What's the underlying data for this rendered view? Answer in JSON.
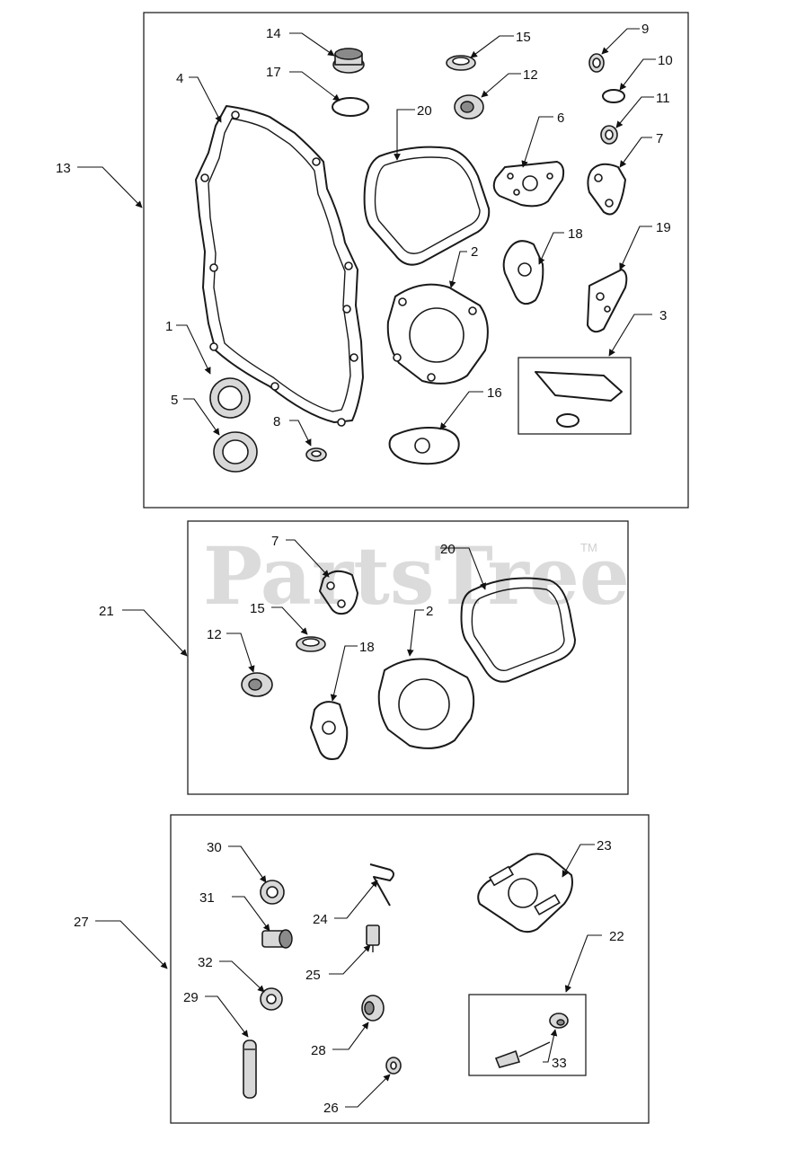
{
  "watermark": {
    "brand": "PartsTree",
    "trademark": "TM"
  },
  "panels": {
    "gasket_set": {
      "callout": "13",
      "parts": [
        "14",
        "15",
        "17",
        "12",
        "9",
        "10",
        "11",
        "4",
        "20",
        "6",
        "7",
        "18",
        "19",
        "2",
        "3",
        "1",
        "5",
        "8",
        "16"
      ]
    },
    "valve_gasket_set": {
      "callout": "21",
      "parts": [
        "7",
        "20",
        "15",
        "2",
        "12",
        "18"
      ]
    },
    "carburetor_kit": {
      "callout": "27",
      "parts": [
        "30",
        "23",
        "31",
        "24",
        "25",
        "22",
        "32",
        "29",
        "28",
        "33",
        "26"
      ]
    }
  }
}
